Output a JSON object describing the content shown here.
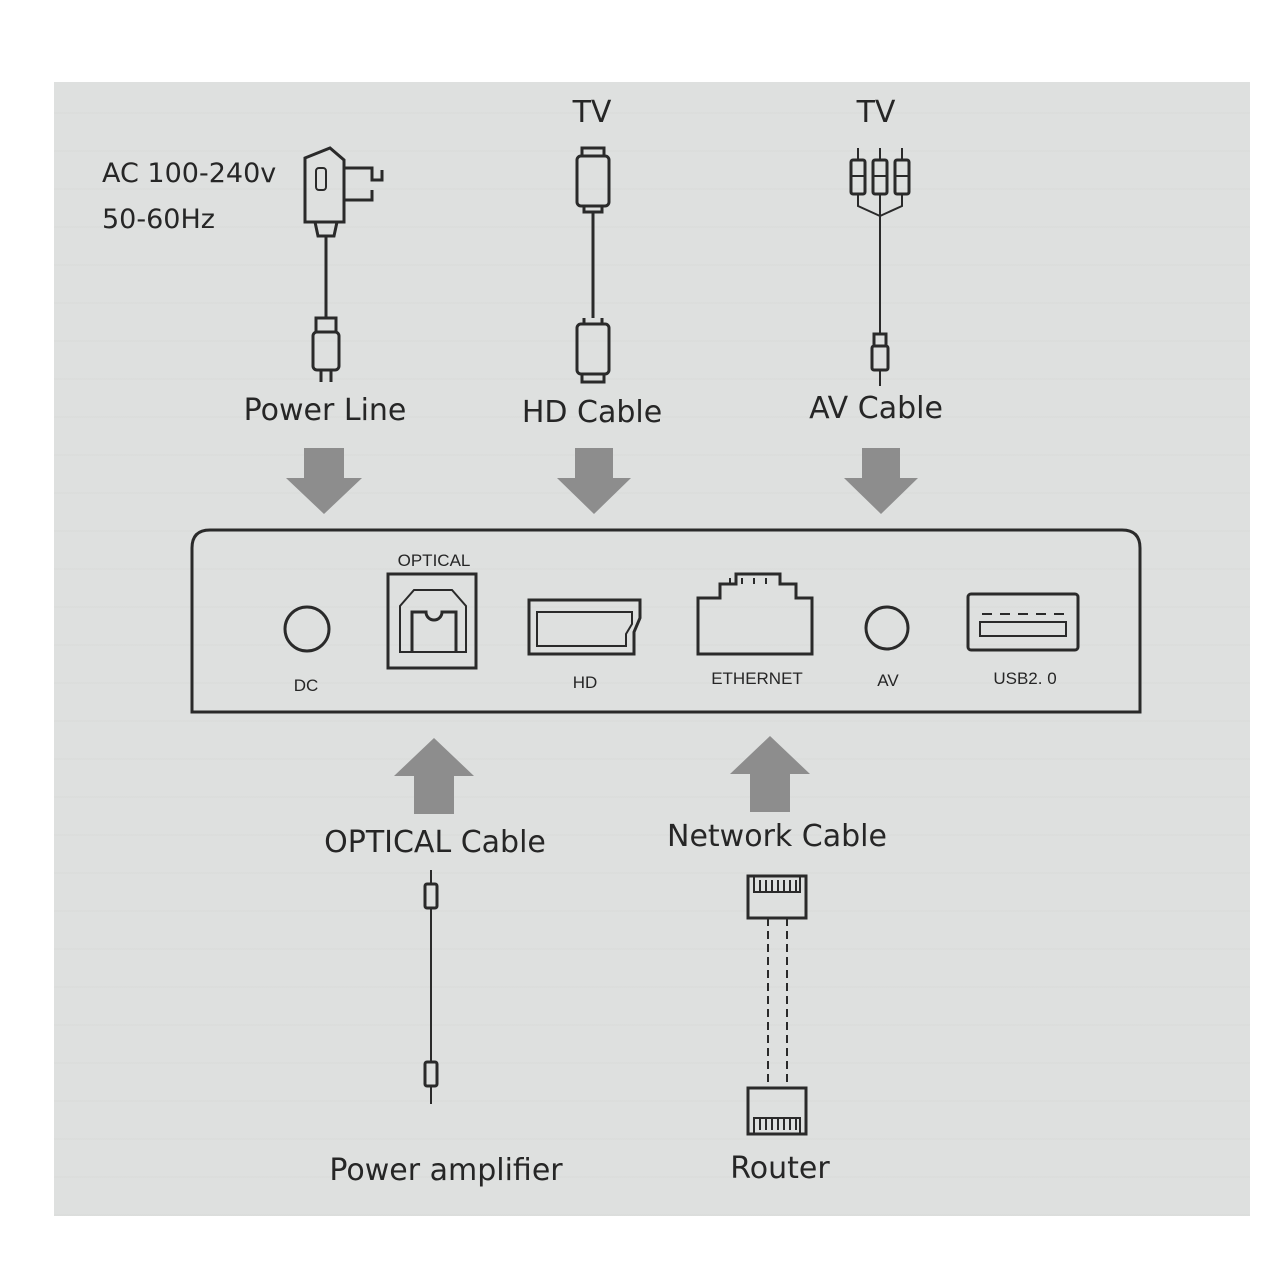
{
  "power": {
    "voltage_line1": "AC 100-240v",
    "voltage_line2": "50-60Hz",
    "label": "Power Line"
  },
  "hdmi": {
    "target": "TV",
    "label": "HD Cable"
  },
  "av": {
    "target": "TV",
    "label": "AV Cable"
  },
  "device": {
    "ports": {
      "dc": "DC",
      "optical": "OPTICAL",
      "hd": "HD",
      "ethernet": "ETHERNET",
      "av": "AV",
      "usb": "USB2. 0"
    }
  },
  "optical": {
    "label": "OPTICAL Cable",
    "target": "Power amplifier"
  },
  "network": {
    "label": "Network Cable",
    "target": "Router"
  },
  "colors": {
    "paper": "#dee0df",
    "ink": "#2a2a2a",
    "arrow": "#8d8d8d"
  }
}
